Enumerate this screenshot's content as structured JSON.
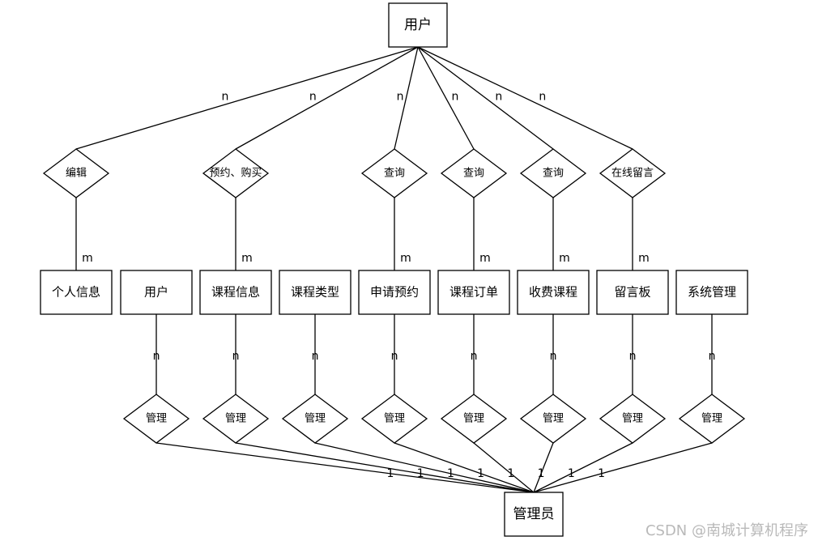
{
  "diagram": {
    "top_entity": "用户",
    "admin_entity": "管理员",
    "user_relations": [
      {
        "label": "编辑",
        "user_card": "n",
        "entity_card": "m",
        "entity": "个人信息"
      },
      {
        "label": "预约、购买",
        "user_card": "n",
        "entity_card": "m",
        "entity": "课程信息"
      },
      {
        "label": "查询",
        "user_card": "n",
        "entity_card": "m",
        "entity": "申请预约"
      },
      {
        "label": "查询",
        "user_card": "n",
        "entity_card": "m",
        "entity": "课程订单"
      },
      {
        "label": "查询",
        "user_card": "n",
        "entity_card": "m",
        "entity": "收费课程"
      },
      {
        "label": "在线留言",
        "user_card": "n",
        "entity_card": "m",
        "entity": "留言板"
      }
    ],
    "entities": [
      "个人信息",
      "用户",
      "课程信息",
      "课程类型",
      "申请预约",
      "课程订单",
      "收费课程",
      "留言板",
      "系统管理"
    ],
    "admin_relations": [
      {
        "label": "管理",
        "entity_card": "n",
        "admin_card": "1",
        "entity": "用户"
      },
      {
        "label": "管理",
        "entity_card": "n",
        "admin_card": "1",
        "entity": "课程信息"
      },
      {
        "label": "管理",
        "entity_card": "n",
        "admin_card": "1",
        "entity": "课程类型"
      },
      {
        "label": "管理",
        "entity_card": "n",
        "admin_card": "1",
        "entity": "申请预约"
      },
      {
        "label": "管理",
        "entity_card": "n",
        "admin_card": "1",
        "entity": "课程订单"
      },
      {
        "label": "管理",
        "entity_card": "n",
        "admin_card": "1",
        "entity": "收费课程"
      },
      {
        "label": "管理",
        "entity_card": "n",
        "admin_card": "1",
        "entity": "留言板"
      },
      {
        "label": "管理",
        "entity_card": "n",
        "admin_card": "1",
        "entity": "系统管理"
      }
    ]
  },
  "watermark": "CSDN @南城计算机程序"
}
